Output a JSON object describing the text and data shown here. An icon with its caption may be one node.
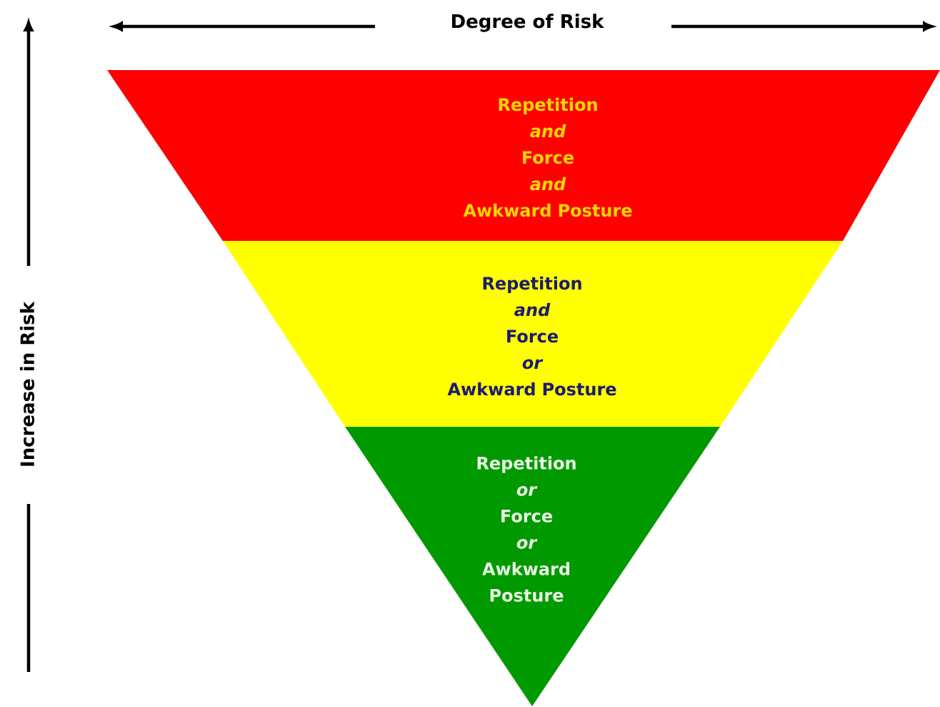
{
  "diagram": {
    "nodes": [
      {
        "text": [
          "Repetition",
          "and",
          "Force",
          "and",
          "Awkward Posture"
        ]
      },
      {
        "text": [
          "Repetition",
          "and",
          "Force",
          "or",
          "Awkward Posture"
        ]
      },
      {
        "text": [
          "Repetition",
          "or",
          "Force",
          "or",
          "Awkward Posture"
        ]
      }
    ],
    "labels": [
      "Degree of Risk",
      "Increase in Risk"
    ]
  }
}
